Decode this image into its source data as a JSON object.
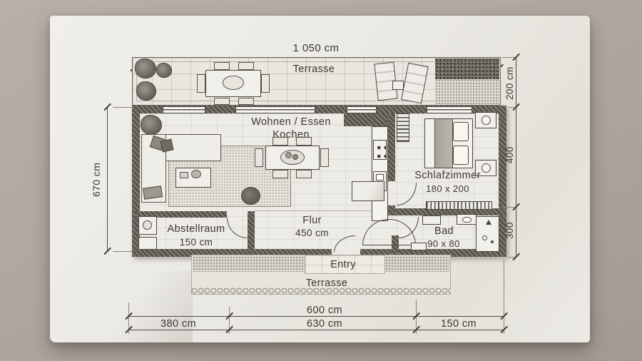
{
  "plan": {
    "dims": {
      "top_width": "1 050 cm",
      "left_height": "670 cm",
      "right_top": "200 cm",
      "right_mid": "400",
      "right_bottom": "300",
      "bottom_total": "600 cm",
      "bottom_left": "380 cm",
      "bottom_mid": "630 cm",
      "bottom_right": "150 cm"
    },
    "rooms": {
      "terrace_top": "Terrasse",
      "living_line1": "Wohnen / Essen",
      "living_line2": "Kochen",
      "bedroom": "Schlafzimmer",
      "bedroom_size": "180 x 200",
      "storage": "Abstellraum",
      "storage_size": "150 cm",
      "hall": "Flur",
      "hall_size": "450 cm",
      "bath": "Bad",
      "bath_size": "90 x 80",
      "entry": "Entry",
      "terrace_bottom": "Terrasse"
    },
    "colors": {
      "desk": "#b0a89f",
      "paper": "#edebe6",
      "ink": "#3b3731",
      "wall": "#544f48"
    }
  }
}
